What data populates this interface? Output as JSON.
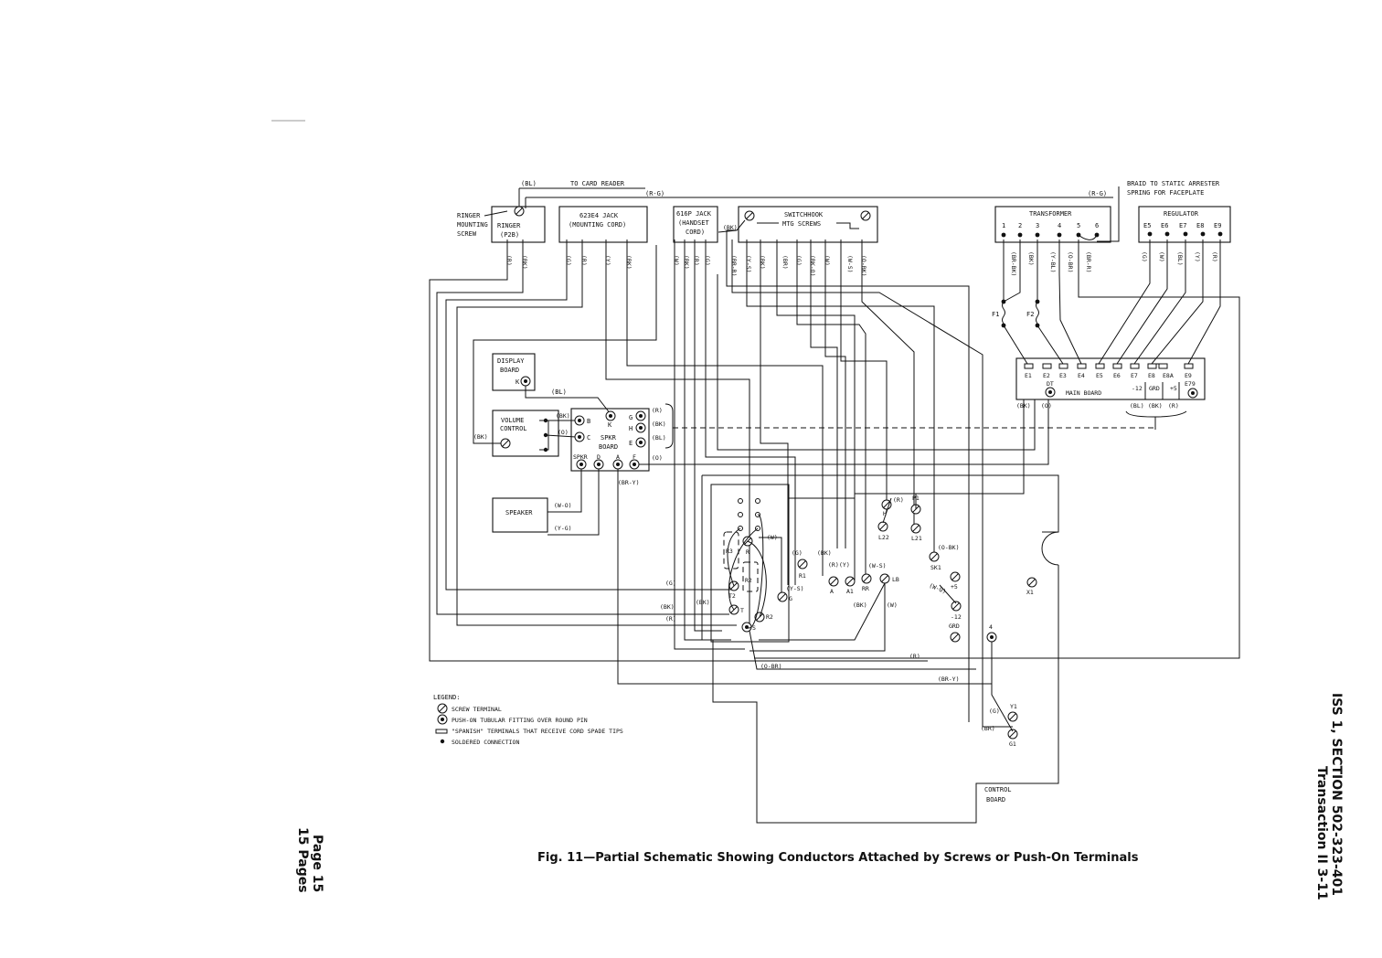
{
  "caption": "Fig. 11—Partial Schematic Showing Conductors Attached by Screws or Push-On Terminals",
  "right_header": {
    "line1": "Transaction II 3-11",
    "line2": "ISS 1, SECTION 502-323-401"
  },
  "left_footer": {
    "line1": "Page 15",
    "line2": "15 Pages"
  },
  "top_labels": {
    "bl": "(BL)",
    "to_card_reader": "TO CARD READER",
    "rg_left": "(R-G)",
    "rg_right": "(R-G)",
    "braid_1": "BRAID TO STATIC ARRESTER",
    "braid_2": "SPRING FOR FACEPLATE"
  },
  "ringer": {
    "screw_1": "RINGER",
    "screw_2": "MOUNTING",
    "screw_3": "SCREW",
    "name_1": "RINGER",
    "name_2": "(P2B)"
  },
  "jack_623": {
    "line1": "623E4 JACK",
    "line2": "(MOUNTING CORD)"
  },
  "jack_616": {
    "line1": "616P JACK",
    "line2": "(HANDSET",
    "line3": "CORD)",
    "bk": "(BK)"
  },
  "switchhook": {
    "line1": "SWITCHHOOK",
    "line2": "MTG SCREWS"
  },
  "transformer": {
    "title": "TRANSFORMER",
    "terms": [
      "1",
      "2",
      "3",
      "4",
      "5",
      "6"
    ]
  },
  "regulator": {
    "title": "REGULATOR",
    "terms": [
      "E5",
      "E6",
      "E7",
      "E8",
      "E9"
    ]
  },
  "wire_labels": {
    "ringer": [
      "(R)",
      "(BK)"
    ],
    "jack_623": [
      "(G)",
      "(R)",
      "(Y)",
      "(BK)"
    ],
    "jack_616": [
      "(W)",
      "(BK)",
      "(R)",
      "(G)"
    ],
    "switchhook": [
      "(BR-R)",
      "(Y-S)",
      "(BK)",
      "(BR)",
      "(G)",
      "(BK-O)",
      "(W)",
      "(W-S)",
      "(O-BK)"
    ],
    "transformer": [
      "(BR-BK)",
      "(BK)",
      "(Y-BL)",
      "(O-BR)",
      "(BR-R)"
    ],
    "regulator": [
      "(G)",
      "(W)",
      "(BL)",
      "(Y)",
      "(R)"
    ]
  },
  "fuses": {
    "f1": "F1",
    "f2": "F2"
  },
  "main_board": {
    "terms": [
      "E1",
      "E2",
      "E3",
      "E4",
      "E5",
      "E6",
      "E7",
      "E8",
      "E8A",
      "E9"
    ],
    "dt": "DT",
    "m12": "-12",
    "grd": "GRD",
    "p5": "+5",
    "e79": "E79",
    "name": "MAIN BOARD",
    "bk": "(BK)",
    "o": "(O)",
    "bl": "(BL)",
    "bk2": "(BK)",
    "r": "(R)"
  },
  "display_board": {
    "line1": "DISPLAY",
    "line2": "BOARD",
    "k": "K",
    "bl": "(BL)"
  },
  "volume": {
    "line1": "VOLUME",
    "line2": "CONTROL",
    "bk": "(BK)",
    "bk2": "(BK)",
    "o": "(O)",
    "b": "B",
    "c": "C"
  },
  "spkr_board": {
    "k": "K",
    "name1": "SPKR",
    "name2": "BOARD",
    "g": "G",
    "h": "H",
    "e": "E",
    "bottom": "SPKR",
    "d": "D",
    "a": "A",
    "f": "F",
    "r": "(R)",
    "bk": "(BK)",
    "bl": "(BL)",
    "o": "(O)",
    "bry": "(BR-Y)"
  },
  "speaker": {
    "name": "SPEAKER",
    "wo": "(W-O)",
    "yg": "(Y-G)"
  },
  "control_board": {
    "line1": "CONTROL",
    "line2": "BOARD",
    "terms": {
      "r3": "R3",
      "r": "R",
      "r2": "R2",
      "t2": "T2",
      "t": "T",
      "r2b": "R2",
      "s": "S",
      "g": "G",
      "r1": "R1",
      "a": "A",
      "a1": "A1",
      "rr": "RR",
      "lb": "LB",
      "h": "H",
      "l22": "L22",
      "p1": "P1",
      "l21": "L21",
      "sk1": "SK1",
      "p5": "+5",
      "m12": "-12",
      "grd": "GRD",
      "x1": "X1",
      "four": "4",
      "y1": "Y1",
      "g1": "G1"
    },
    "wire_labels": {
      "w": "(W)",
      "g": "(G)",
      "bk": "(BK)",
      "r_y": "(R)",
      "y": "(Y)",
      "ys": "(Y-S)",
      "ws": "(W-S)",
      "bk2": "(BK)",
      "w2": "(W)",
      "r": "(R)",
      "obk": "(O-BK)",
      "wo": "(W-O)",
      "g2": "(G)",
      "bk3": "(BK)",
      "r2": "(R)",
      "bk4": "(BK)",
      "r3": "(R)",
      "obr": "(O-BR)",
      "bry": "(BR-Y)",
      "g3": "(G)",
      "br": "(BR)"
    }
  },
  "legend": {
    "title": "LEGEND:",
    "items": [
      "SCREW TERMINAL",
      "PUSH-ON TUBULAR FITTING OVER ROUND PIN",
      "\"SPANISH\" TERMINALS THAT RECEIVE CORD SPADE TIPS",
      "SOLDERED CONNECTION"
    ]
  }
}
